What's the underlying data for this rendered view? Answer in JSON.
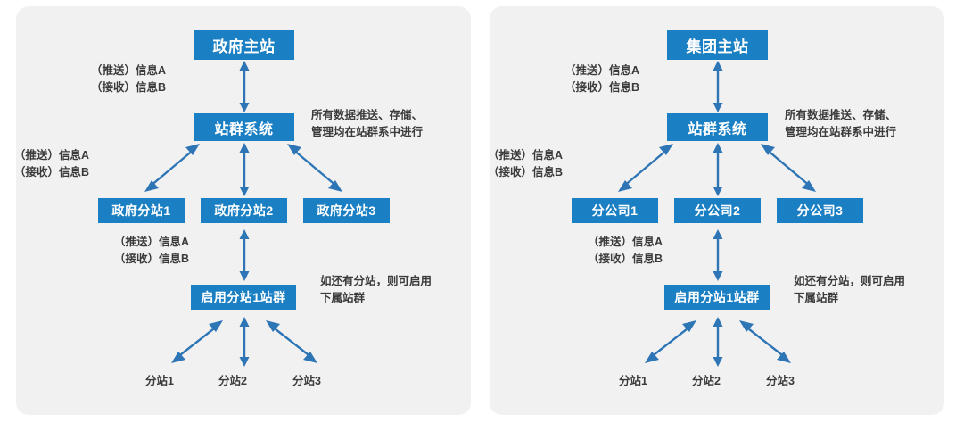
{
  "diagram": {
    "title_hidden": "",
    "accent_blue": "#1b7fc3",
    "arrow_blue": "#2e75b6",
    "panel_bg": "#f1f1f1",
    "panels": [
      {
        "id": "government",
        "nodes": {
          "top": "政府主站",
          "system": "站群系统",
          "sub1": "政府分站1",
          "sub2": "政府分站2",
          "sub3": "政府分站3",
          "group": "启用分站1站群"
        },
        "notes": {
          "push_recv_top_line1": "（推送）信息A",
          "push_recv_top_line2": "（接收）信息B",
          "push_recv_mid_line1": "（推送）信息A",
          "push_recv_mid_line2": "（接收）信息B",
          "push_recv_low_line1": "（推送）信息A",
          "push_recv_low_line2": "（接收）信息B",
          "right_note_line1": "所有数据推送、存储、",
          "right_note_line2": "管理均在站群系中进行",
          "bottom_note_line1": "如还有分站，则可启用",
          "bottom_note_line2": "下属站群"
        },
        "leaves": [
          "分站1",
          "分站2",
          "分站3"
        ]
      },
      {
        "id": "group-company",
        "nodes": {
          "top": "集团主站",
          "system": "站群系统",
          "sub1": "分公司1",
          "sub2": "分公司2",
          "sub3": "分公司3",
          "group": "启用分站1站群"
        },
        "notes": {
          "push_recv_top_line1": "（推送）信息A",
          "push_recv_top_line2": "（接收）信息B",
          "push_recv_mid_line1": "（推送）信息A",
          "push_recv_mid_line2": "（接收）信息B",
          "push_recv_low_line1": "（推送）信息A",
          "push_recv_low_line2": "（接收）信息B",
          "right_note_line1": "所有数据推送、存储、",
          "right_note_line2": "管理均在站群系中进行",
          "bottom_note_line1": "如还有分站，则可启用",
          "bottom_note_line2": "下属站群"
        },
        "leaves": [
          "分站1",
          "分站2",
          "分站3"
        ]
      }
    ]
  }
}
